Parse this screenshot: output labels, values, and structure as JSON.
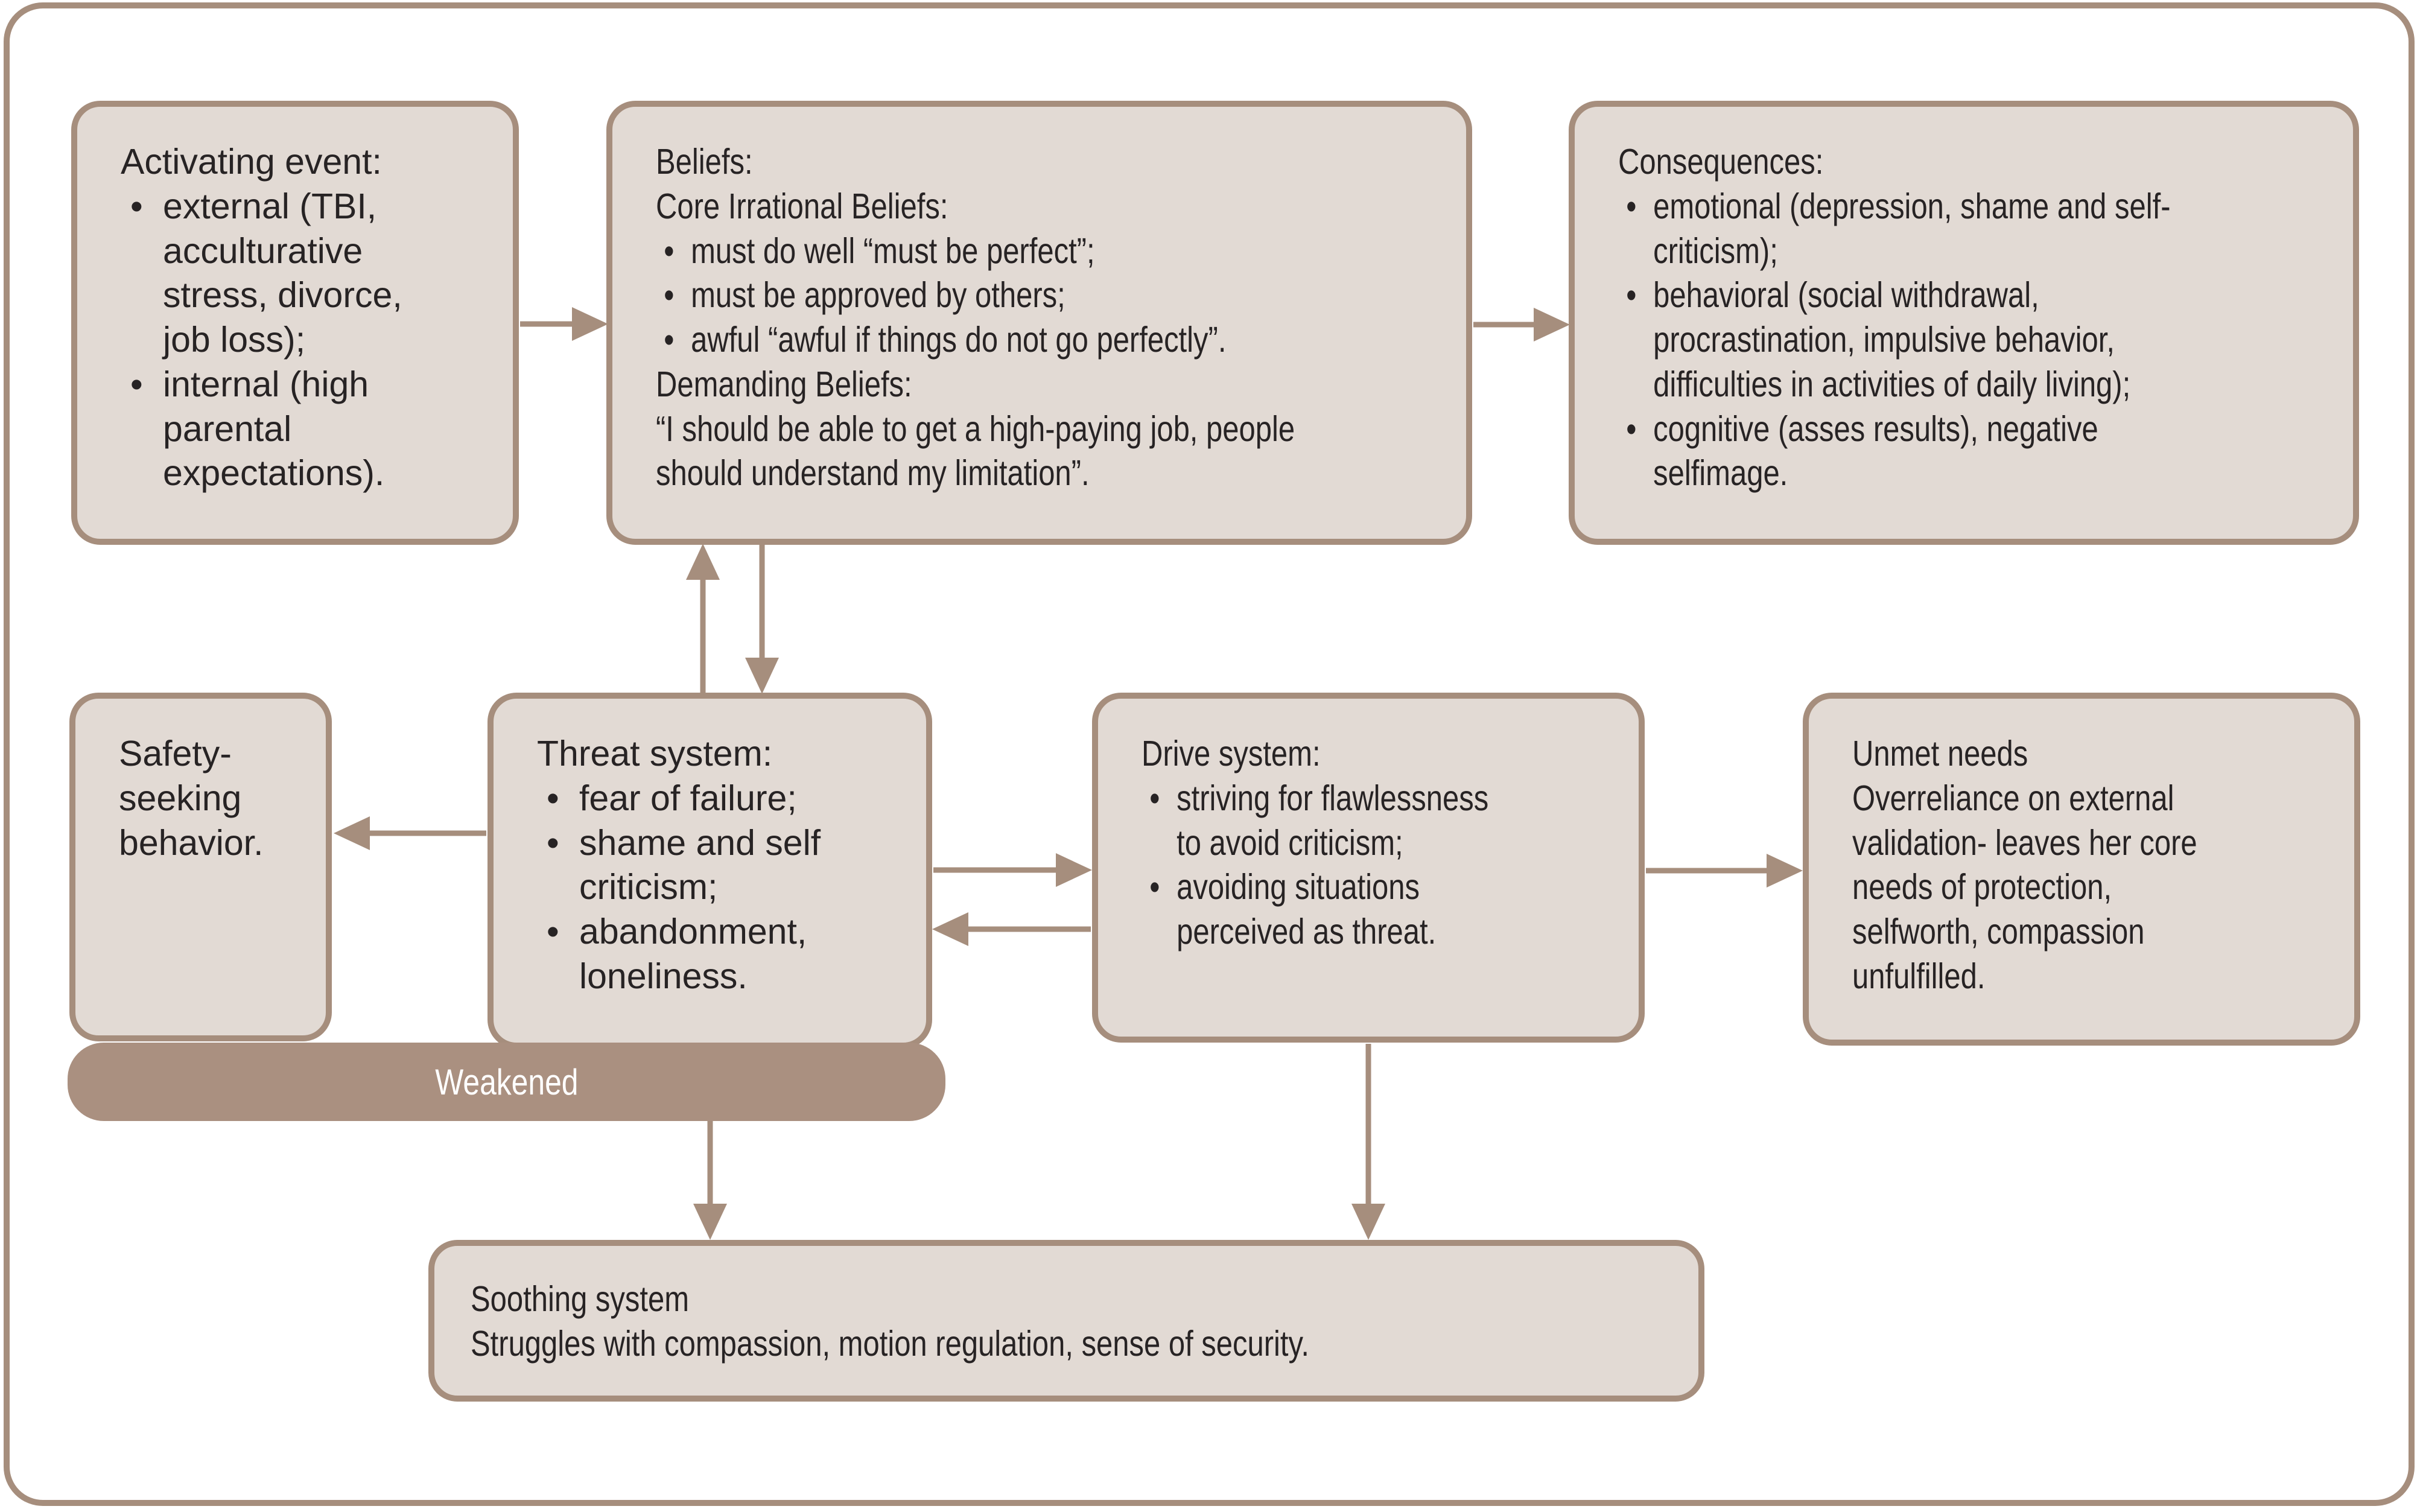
{
  "ui": {
    "bullet_glyph": "•"
  },
  "colors": {
    "box_fill": "#e2dad4",
    "border_and_arrows": "#a68e7d",
    "weakened_bar_fill": "#aa9080",
    "weakened_text": "#ffffff",
    "text": "#272324",
    "background": "#ffffff"
  },
  "boxes": {
    "activating": {
      "segments": [
        {
          "t": "line",
          "text": "Activating event:"
        },
        {
          "t": "bullet",
          "text": "external (TBI, acculturative stress, divorce, job loss);"
        },
        {
          "t": "bullet",
          "text": "internal (high parental expectations)."
        }
      ]
    },
    "beliefs": {
      "segments": [
        {
          "t": "line",
          "text": "Beliefs:"
        },
        {
          "t": "line",
          "text": "Core Irrational Beliefs:"
        },
        {
          "t": "bullet",
          "text": "must do well “must be perfect”;"
        },
        {
          "t": "bullet",
          "text": "must be approved by others;"
        },
        {
          "t": "bullet",
          "text": "awful “awful if things do not go perfectly”."
        },
        {
          "t": "line",
          "text": "Demanding Beliefs:"
        },
        {
          "t": "line",
          "text": "“I should be able to get a high-paying job, people should understand my limitation”."
        }
      ]
    },
    "consequences": {
      "segments": [
        {
          "t": "line",
          "text": "Consequences:"
        },
        {
          "t": "bullet",
          "text": "emotional (depression, shame and self-criticism);"
        },
        {
          "t": "bullet",
          "text": "behavioral (social withdrawal, procrastination, impulsive behavior, difficulties in activities of daily living);"
        },
        {
          "t": "bullet",
          "text": "cognitive (asses results), negative selfimage."
        }
      ]
    },
    "safety": {
      "segments": [
        {
          "t": "line",
          "text": "Safety-seeking behavior."
        }
      ]
    },
    "threat": {
      "segments": [
        {
          "t": "line",
          "text": "Threat system:"
        },
        {
          "t": "bullet",
          "text": "fear of failure;"
        },
        {
          "t": "bullet",
          "text": "shame and self criticism;"
        },
        {
          "t": "bullet",
          "text": "abandonment, loneliness."
        }
      ]
    },
    "drive": {
      "segments": [
        {
          "t": "line",
          "text": "Drive system:"
        },
        {
          "t": "bullet",
          "text": "striving for flawlessness to avoid criticism;"
        },
        {
          "t": "bullet",
          "text": "avoiding situations perceived as threat."
        }
      ]
    },
    "unmet": {
      "segments": [
        {
          "t": "line",
          "text": "Unmet needs"
        },
        {
          "t": "line",
          "text": "Overreliance on external validation- leaves her core needs of protection, selfworth, compassion unfulfilled."
        }
      ]
    },
    "soothing": {
      "segments": [
        {
          "t": "line",
          "text": "Soothing system"
        },
        {
          "t": "line",
          "text": "Struggles with compassion, motion regulation, sense of security."
        }
      ]
    },
    "weakened": {
      "label": "Weakened"
    }
  }
}
